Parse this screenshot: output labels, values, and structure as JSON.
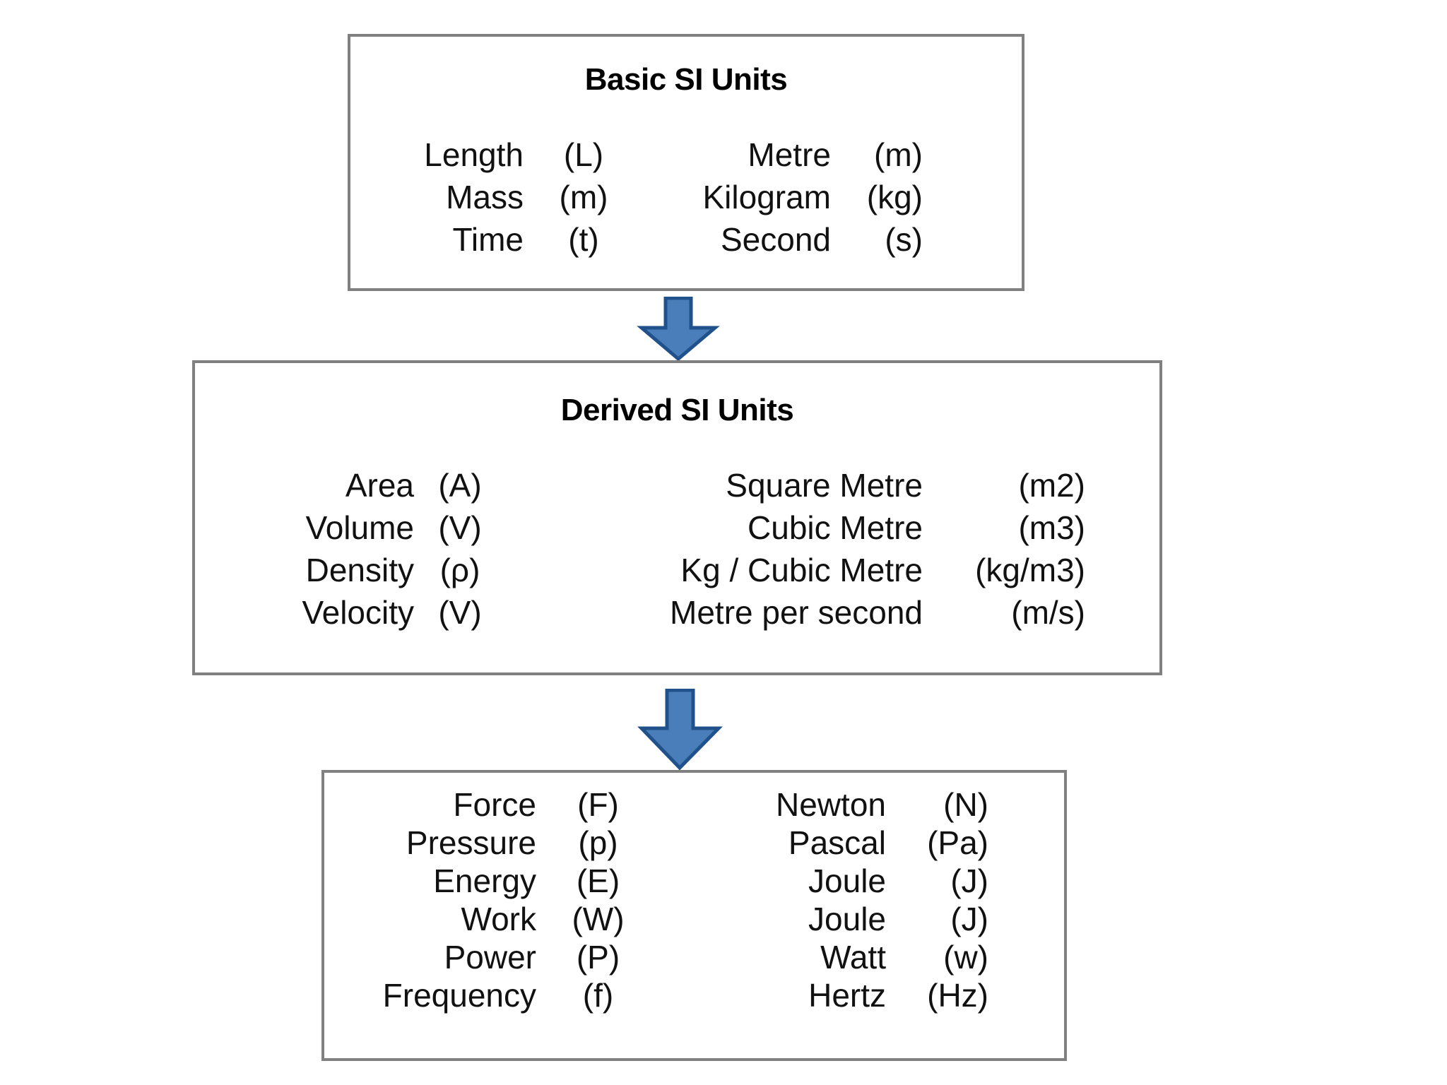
{
  "colors": {
    "box_border": "#808080",
    "arrow_fill": "#4A7EBB",
    "arrow_stroke": "#21518A",
    "text": "#111111",
    "background": "#FFFFFF"
  },
  "boxes": {
    "basic": {
      "title": "Basic SI Units",
      "rows": [
        {
          "quantity": "Length",
          "symbol": "(L)",
          "unit": "Metre",
          "abbr": "(m)"
        },
        {
          "quantity": "Mass",
          "symbol": "(m)",
          "unit": "Kilogram",
          "abbr": "(kg)"
        },
        {
          "quantity": "Time",
          "symbol": "(t)",
          "unit": "Second",
          "abbr": "(s)"
        }
      ]
    },
    "derived": {
      "title": "Derived SI Units",
      "rows": [
        {
          "quantity": "Area",
          "symbol": "(A)",
          "unit": "Square Metre",
          "abbr": "(m2)"
        },
        {
          "quantity": "Volume",
          "symbol": "(V)",
          "unit": "Cubic Metre",
          "abbr": "(m3)"
        },
        {
          "quantity": "Density",
          "symbol": "(ρ)",
          "unit": "Kg / Cubic Metre",
          "abbr": "(kg/m3)"
        },
        {
          "quantity": "Velocity",
          "symbol": "(V)",
          "unit": "Metre per second",
          "abbr": "(m/s)"
        }
      ]
    },
    "other": {
      "title": "",
      "rows": [
        {
          "quantity": "Force",
          "symbol": "(F)",
          "unit": "Newton",
          "abbr": "(N)"
        },
        {
          "quantity": "Pressure",
          "symbol": "(p)",
          "unit": "Pascal",
          "abbr": "(Pa)"
        },
        {
          "quantity": "Energy",
          "symbol": "(E)",
          "unit": "Joule",
          "abbr": "(J)"
        },
        {
          "quantity": "Work",
          "symbol": "(W)",
          "unit": "Joule",
          "abbr": "(J)"
        },
        {
          "quantity": "Power",
          "symbol": "(P)",
          "unit": "Watt",
          "abbr": "(w)"
        },
        {
          "quantity": "Frequency",
          "symbol": "(f)",
          "unit": "Hertz",
          "abbr": "(Hz)"
        }
      ]
    }
  },
  "connectors": [
    {
      "name": "arrow-basic-to-derived",
      "direction": "down"
    },
    {
      "name": "arrow-derived-to-other",
      "direction": "down"
    }
  ]
}
